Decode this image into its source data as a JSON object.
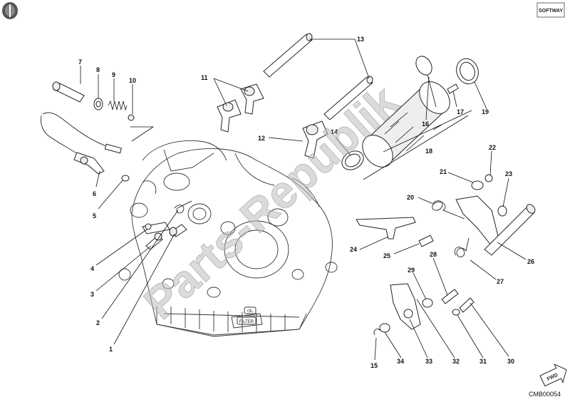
{
  "brand": {
    "logo_text": "SOFTWAY"
  },
  "watermark": {
    "text": "Parts-Republik"
  },
  "diagram_code": "CMB00054",
  "fwd_label": "FWD",
  "filter_label": "FILTER",
  "oil_label": "OIL",
  "callouts": [
    {
      "id": "c1",
      "label": "1"
    },
    {
      "id": "c2",
      "label": "2"
    },
    {
      "id": "c3",
      "label": "3"
    },
    {
      "id": "c4",
      "label": "4"
    },
    {
      "id": "c5",
      "label": "5"
    },
    {
      "id": "c6",
      "label": "6"
    },
    {
      "id": "c7",
      "label": "7"
    },
    {
      "id": "c8",
      "label": "8"
    },
    {
      "id": "c9",
      "label": "9"
    },
    {
      "id": "c10",
      "label": "10"
    },
    {
      "id": "c11",
      "label": "11"
    },
    {
      "id": "c12",
      "label": "12"
    },
    {
      "id": "c13",
      "label": "13"
    },
    {
      "id": "c14",
      "label": "14"
    },
    {
      "id": "c15",
      "label": "15"
    },
    {
      "id": "c16",
      "label": "16"
    },
    {
      "id": "c17",
      "label": "17"
    },
    {
      "id": "c18",
      "label": "18"
    },
    {
      "id": "c19",
      "label": "19"
    },
    {
      "id": "c20",
      "label": "20"
    },
    {
      "id": "c21",
      "label": "21"
    },
    {
      "id": "c22",
      "label": "22"
    },
    {
      "id": "c23",
      "label": "23"
    },
    {
      "id": "c24",
      "label": "24"
    },
    {
      "id": "c25",
      "label": "25"
    },
    {
      "id": "c26",
      "label": "26"
    },
    {
      "id": "c27",
      "label": "27"
    },
    {
      "id": "c28",
      "label": "28"
    },
    {
      "id": "c29",
      "label": "29"
    },
    {
      "id": "c30",
      "label": "30"
    },
    {
      "id": "c31",
      "label": "31"
    },
    {
      "id": "c32",
      "label": "32"
    },
    {
      "id": "c33",
      "label": "33"
    },
    {
      "id": "c34",
      "label": "34"
    }
  ]
}
